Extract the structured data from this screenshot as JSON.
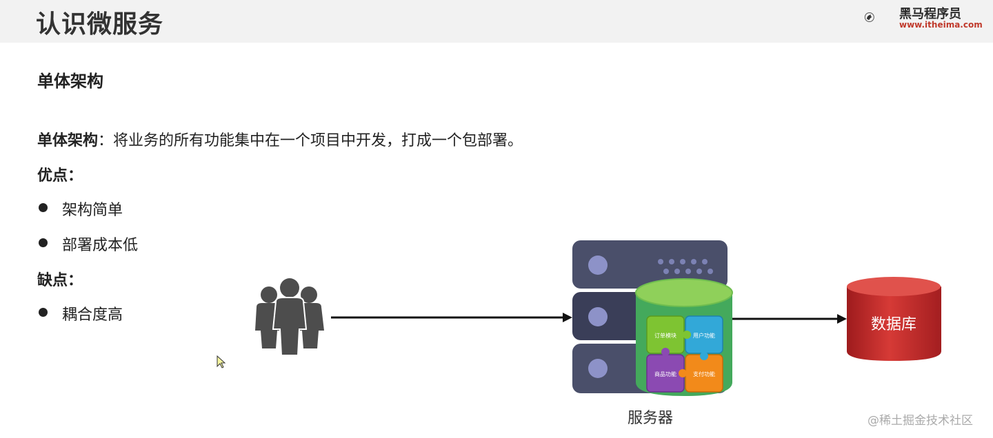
{
  "slide": {
    "title": "认识微服务",
    "section_title": "单体架构",
    "definition": {
      "term": "单体架构",
      "separator": "：",
      "text": "将业务的所有功能集中在一个项目中开发，打成一个包部署。"
    },
    "pros": {
      "label": "优点：",
      "items": [
        "架构简单",
        "部署成本低"
      ]
    },
    "cons": {
      "label": "缺点：",
      "items": [
        "耦合度高"
      ]
    }
  },
  "logo": {
    "name": "黑马程序员",
    "url": "www.itheima.com"
  },
  "diagram": {
    "server_label": "服务器",
    "database_label": "数据库",
    "modules": [
      "订单模块",
      "用户功能",
      "商品功能",
      "支付功能"
    ],
    "colors": {
      "server": "#4a4f6a",
      "server_dark": "#3a3e58",
      "cylinder_top": "#8fd05a",
      "cylinder_body": "#4cb060",
      "database": "#c0282a",
      "arrow": "#111111",
      "people": "#4d4d4d"
    },
    "icons": [
      "users-icon",
      "server-stack-icon",
      "module-cylinder-icon",
      "database-icon"
    ]
  },
  "watermark": "@稀土掘金技术社区"
}
